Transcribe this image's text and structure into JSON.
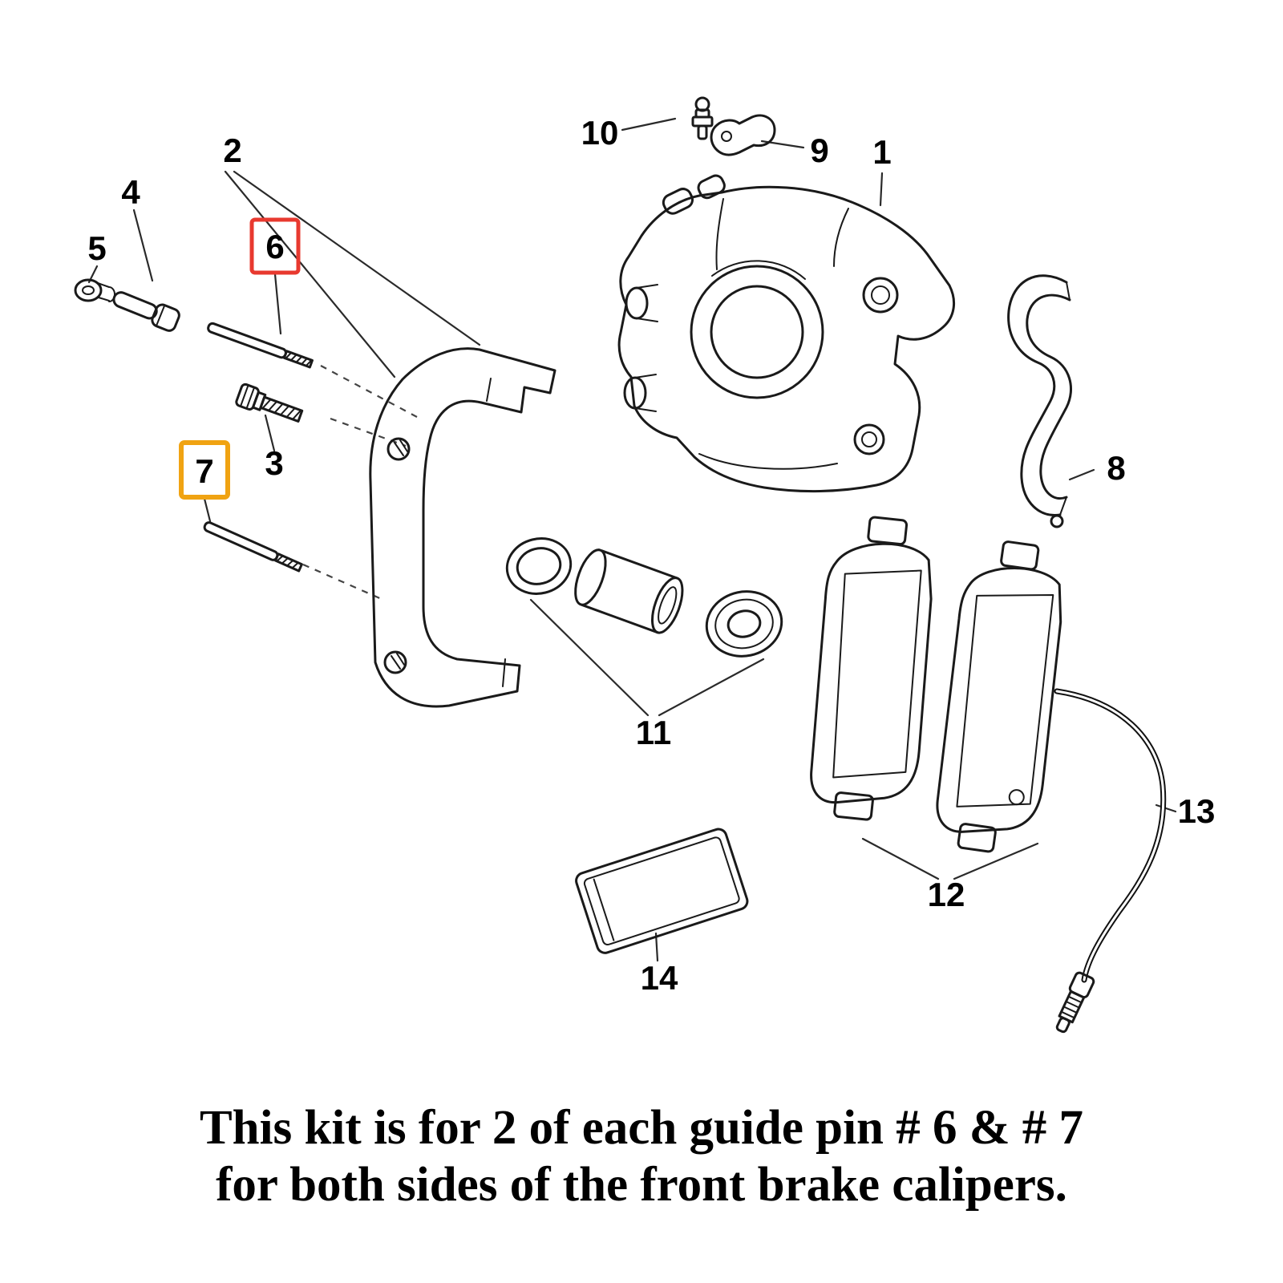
{
  "page": {
    "background": "#ffffff"
  },
  "highlights": {
    "part6_box": "#e8392f",
    "part7_box": "#f0a312"
  },
  "labels": {
    "p1": "1",
    "p2": "2",
    "p3": "3",
    "p4": "4",
    "p5": "5",
    "p6": "6",
    "p7": "7",
    "p8": "8",
    "p9": "9",
    "p10": "10",
    "p11": "11",
    "p12": "12",
    "p13": "13",
    "p14": "14"
  },
  "caption": {
    "line1": "This kit is for 2 of each guide pin # 6 & # 7",
    "line2": "for both sides of the front brake calipers."
  }
}
